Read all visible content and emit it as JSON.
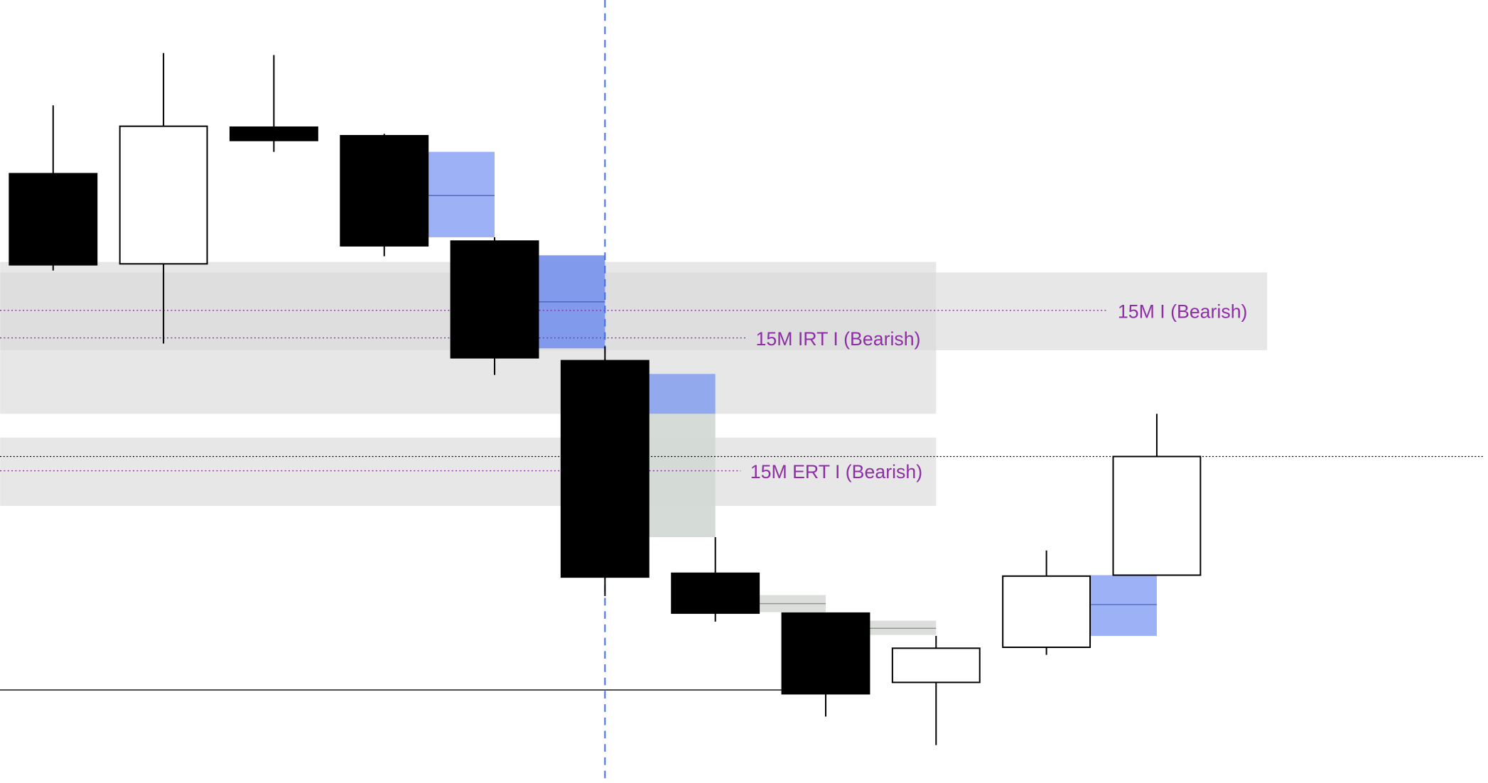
{
  "chart_data": {
    "type": "candlestick",
    "title": "",
    "xlabel": "",
    "ylabel": "",
    "ylim": [
      0,
      825
    ],
    "xlim": [
      -0.48,
      12.97
    ],
    "candles": [
      {
        "i": 0,
        "open": 642,
        "high": 714,
        "low": 540,
        "close": 546
      },
      {
        "i": 1,
        "open": 547,
        "high": 769,
        "low": 463,
        "close": 692
      },
      {
        "i": 2,
        "open": 691,
        "high": 767,
        "low": 665,
        "close": 677
      },
      {
        "i": 3,
        "open": 682,
        "high": 684,
        "low": 555,
        "close": 566
      },
      {
        "i": 4,
        "open": 571,
        "high": 575,
        "low": 430,
        "close": 448
      },
      {
        "i": 5,
        "open": 445,
        "high": 460,
        "low": 197,
        "close": 217
      },
      {
        "i": 6,
        "open": 221,
        "high": 259,
        "low": 170,
        "close": 179
      },
      {
        "i": 7,
        "open": 179,
        "high": 179,
        "low": 70,
        "close": 94
      },
      {
        "i": 8,
        "open": 106,
        "high": 155,
        "low": 40,
        "close": 142
      },
      {
        "i": 9,
        "open": 143,
        "high": 245,
        "low": 135,
        "close": 218
      },
      {
        "i": 10,
        "open": 219,
        "high": 389,
        "low": 219,
        "close": 344
      }
    ],
    "zones": [
      {
        "name": "15M IRT zone",
        "from": -0.48,
        "to": 8.0,
        "top": 549,
        "bottom": 389,
        "color": "#d9d9d9"
      },
      {
        "name": "15M I zone",
        "from": -0.48,
        "to": 11.0,
        "top": 538,
        "bottom": 456,
        "color": "#d9d9d9"
      },
      {
        "name": "15M ERT zone",
        "from": -0.48,
        "to": 8.0,
        "top": 364,
        "bottom": 292,
        "color": "#d9d9d9"
      }
    ],
    "gaps": [
      {
        "from": 3.4,
        "to": 4.0,
        "top": 665,
        "bottom": 575,
        "mid": 619,
        "color": "#98adf7"
      },
      {
        "from": 4.4,
        "to": 5.0,
        "top": 556,
        "bottom": 458,
        "mid": 507,
        "color": "#7b96ec"
      },
      {
        "from": 5.4,
        "to": 6.0,
        "top": 431,
        "bottom": 389,
        "color": "#8ea5ee"
      },
      {
        "from": 5.4,
        "to": 6.0,
        "top": 389,
        "bottom": 259,
        "color": "#d3d9d5"
      },
      {
        "from": 6.4,
        "to": 7.0,
        "top": 198,
        "bottom": 180,
        "mid": 189,
        "color": "#d9dcd9"
      },
      {
        "from": 7.4,
        "to": 8.0,
        "top": 171,
        "bottom": 156,
        "mid": 163,
        "color": "#d9dcd9"
      },
      {
        "from": 9.4,
        "to": 10.0,
        "top": 219,
        "bottom": 155,
        "mid": 188,
        "color": "#98adf7"
      }
    ],
    "levels": [
      {
        "name": "15M I (Bearish)",
        "price": 498,
        "to": 9.56,
        "style": "purple-dotted"
      },
      {
        "name": "15M IRT I (Bearish)",
        "price": 469,
        "to": 6.28,
        "style": "purple-dotted"
      },
      {
        "name": "15M ERT I (Bearish)",
        "price": 329,
        "to": 6.23,
        "style": "purple-dotted"
      },
      {
        "name": "",
        "price": 344,
        "to": 12.97,
        "style": "black-dotted"
      },
      {
        "name": "",
        "price": 98,
        "to": 6.6,
        "style": "black-solid"
      }
    ],
    "vline": {
      "i": 5,
      "color": "#3d6fe8",
      "style": "dashed"
    },
    "colors": {
      "bear": "#000000",
      "bull": "#ffffff",
      "label": "#8e2ea6"
    }
  }
}
